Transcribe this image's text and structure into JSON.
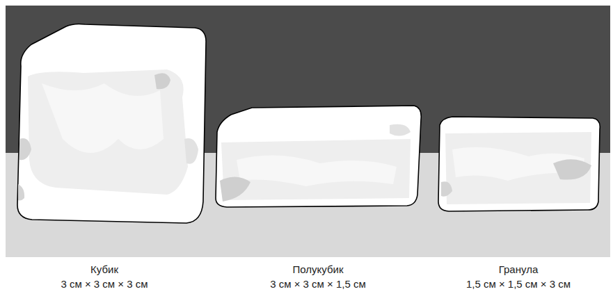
{
  "diagram": {
    "labels": [
      "Кубик",
      "3 см × 3 см × 3 см",
      "Полукубик",
      "3 см × 3 см × 1,5 см",
      "Гранула",
      "1,5 см × 1,5 см × 3 см"
    ]
  }
}
